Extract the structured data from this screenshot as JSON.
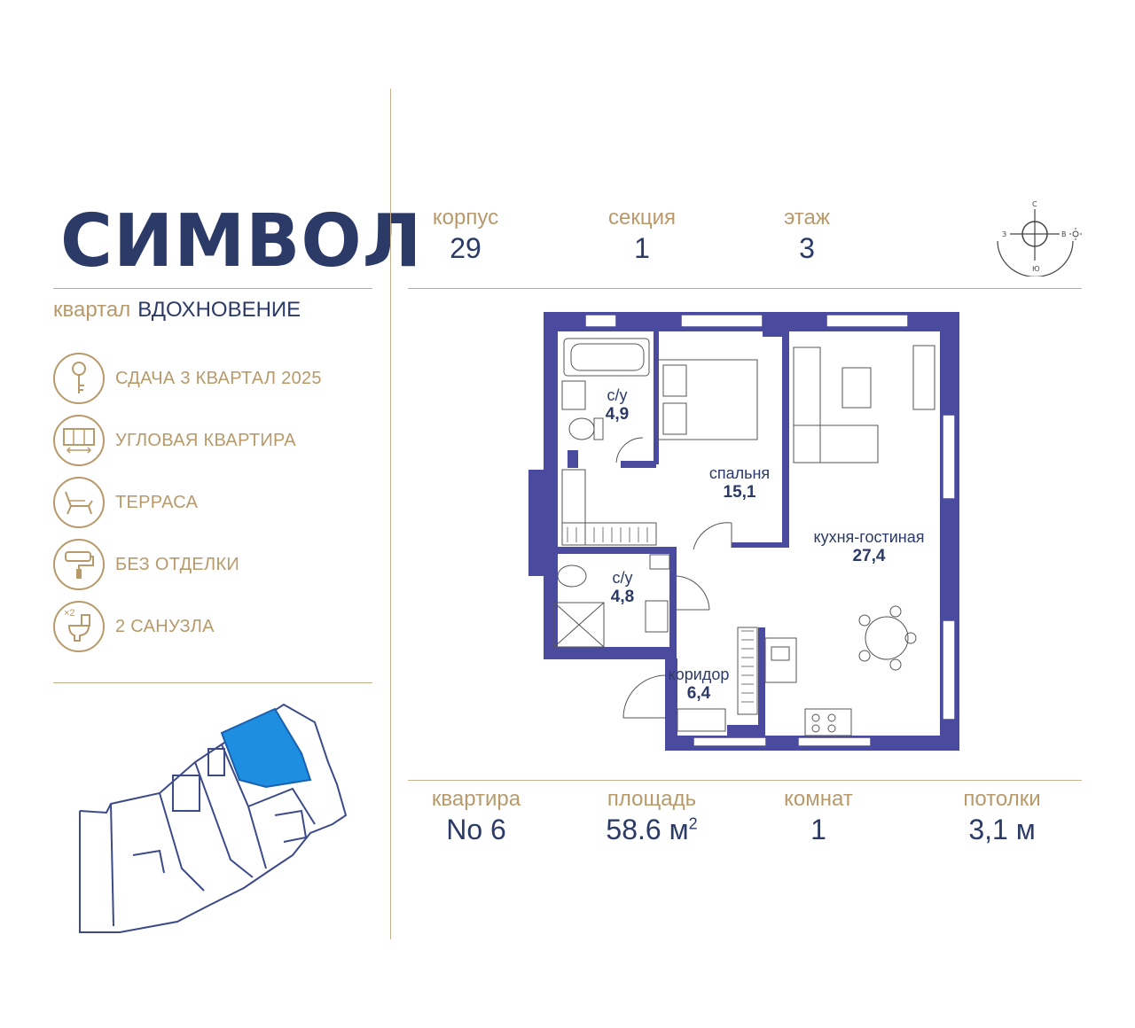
{
  "brand": {
    "name": "СИМВОЛ"
  },
  "quarter": {
    "prefix": "квартал",
    "name": "ВДОХНОВЕНИЕ"
  },
  "features": [
    {
      "icon": "key-icon",
      "label": "СДАЧА 3 КВАРТАЛ 2025"
    },
    {
      "icon": "corner-window-icon",
      "label": "УГЛОВАЯ КВАРТИРА"
    },
    {
      "icon": "lounge-chair-icon",
      "label": "ТЕРРАСА"
    },
    {
      "icon": "paint-roller-icon",
      "label": "БЕЗ ОТДЕЛКИ"
    },
    {
      "icon": "toilet-icon",
      "label": "2 САНУЗЛА",
      "badge": "×2"
    }
  ],
  "header": {
    "korpus": {
      "label": "корпус",
      "value": "29"
    },
    "sekciya": {
      "label": "секция",
      "value": "1"
    },
    "etazh": {
      "label": "этаж",
      "value": "3"
    }
  },
  "compass": {
    "n": "С",
    "s": "Ю",
    "w": "З",
    "e": "В"
  },
  "rooms": [
    {
      "name": "с/у",
      "area": "4,9"
    },
    {
      "name": "спальня",
      "area": "15,1"
    },
    {
      "name": "кухня-гостиная",
      "area": "27,4"
    },
    {
      "name": "с/у",
      "area": "4,8"
    },
    {
      "name": "коридор",
      "area": "6,4"
    }
  ],
  "footer": {
    "kvartira": {
      "label": "квартира",
      "value": "No 6"
    },
    "ploshad": {
      "label": "площадь",
      "value": "58.6 м",
      "sup": "2"
    },
    "komnat": {
      "label": "комнат",
      "value": "1"
    },
    "potolki": {
      "label": "потолки",
      "value": "3,1 м"
    }
  },
  "colors": {
    "navy": "#2b3a66",
    "gold": "#b89a6a",
    "wall": "#4a4a9e",
    "highlight": "#1e8fe0"
  }
}
